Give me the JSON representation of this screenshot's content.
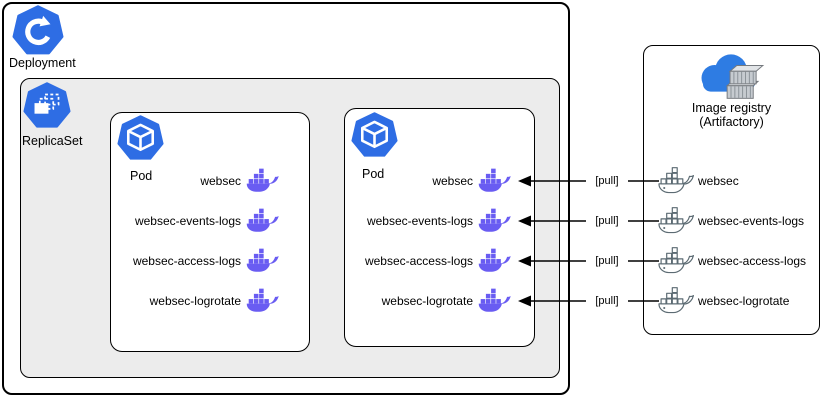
{
  "colors": {
    "kubernetes_blue": "#2E6DE4",
    "docker_purple": "#695CF2",
    "registry_whale_gray": "#5C6B73",
    "replicaset_background": "#ECECEC",
    "cloud_blue": "#2E7CE3",
    "box_border": "#000000"
  },
  "deployment": {
    "label": "Deployment"
  },
  "replicaset": {
    "label": "ReplicaSet"
  },
  "pods": [
    {
      "label": "Pod",
      "containers": [
        "websec",
        "websec-events-logs",
        "websec-access-logs",
        "websec-logrotate"
      ]
    },
    {
      "label": "Pod",
      "containers": [
        "websec",
        "websec-events-logs",
        "websec-access-logs",
        "websec-logrotate"
      ]
    }
  ],
  "registry": {
    "title_line1": "Image registry",
    "title_line2": "(Artifactory)",
    "images": [
      "websec",
      "websec-events-logs",
      "websec-access-logs",
      "websec-logrotate"
    ]
  },
  "pull_arrows": {
    "label": "[pull]"
  },
  "icons": {
    "deployment": "kubernetes-deployment-icon",
    "replicaset": "kubernetes-replicaset-icon",
    "pod": "kubernetes-pod-icon",
    "container": "docker-whale-icon",
    "registry": "cloud-containers-icon"
  }
}
